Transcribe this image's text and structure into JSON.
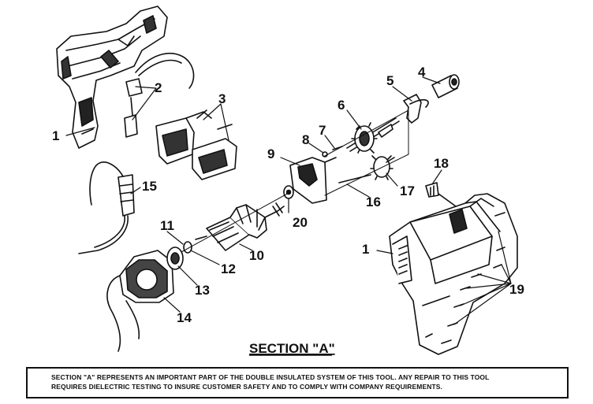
{
  "title": "SECTION \"A\"",
  "callouts": {
    "c1a": "1",
    "c1b": "1",
    "c2": "2",
    "c3": "3",
    "c4": "4",
    "c5": "5",
    "c6": "6",
    "c7": "7",
    "c8": "8",
    "c9": "9",
    "c10": "10",
    "c11": "11",
    "c12": "12",
    "c13": "13",
    "c14": "14",
    "c15": "15",
    "c16": "16",
    "c17": "17",
    "c18": "18",
    "c19": "19",
    "c20": "20"
  },
  "note": {
    "line1": "SECTION \"A\" REPRESENTS AN IMPORTANT PART OF THE DOUBLE INSULATED SYSTEM OF THIS TOOL.  ANY REPAIR TO THIS TOOL",
    "line2": "REQUIRES DIELECTRIC TESTING TO INSURE CUSTOMER SAFETY AND TO COMPLY WITH COMPANY REQUIREMENTS."
  }
}
